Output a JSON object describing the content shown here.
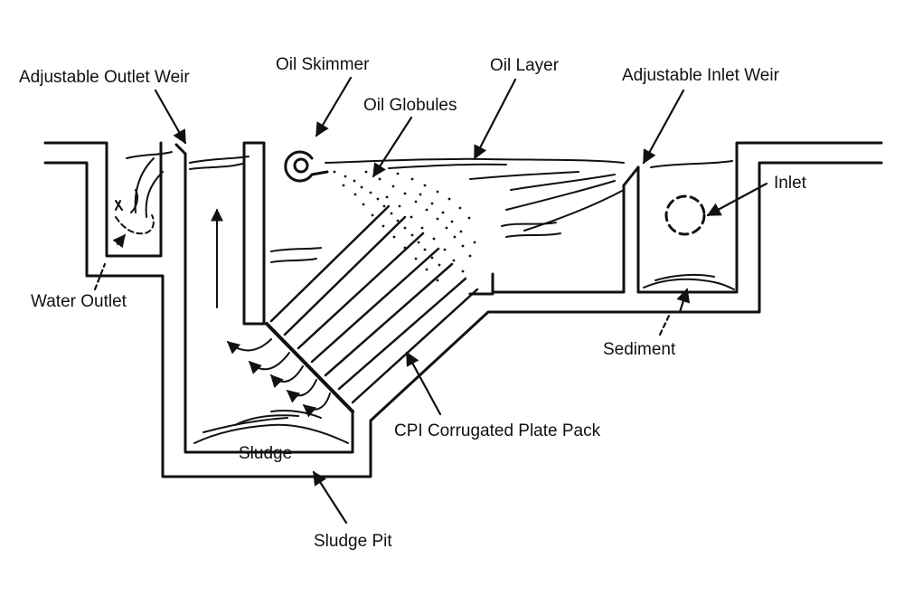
{
  "labels": {
    "adjustable_outlet_weir": "Adjustable Outlet Weir",
    "oil_skimmer": "Oil Skimmer",
    "oil_layer": "Oil Layer",
    "adjustable_inlet_weir": "Adjustable Inlet Weir",
    "oil_globules": "Oil Globules",
    "inlet": "Inlet",
    "water_outlet": "Water Outlet",
    "sediment": "Sediment",
    "cpi_plate_pack": "CPI Corrugated Plate Pack",
    "sludge": "Sludge",
    "sludge_pit": "Sludge Pit"
  },
  "colors": {
    "ink": "#111111",
    "background": "#ffffff"
  }
}
